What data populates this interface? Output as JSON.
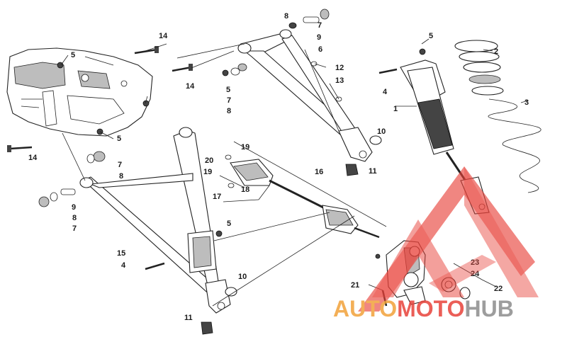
{
  "diagram": {
    "labels": {
      "p1": "1",
      "p2": "2",
      "p3": "3",
      "p4a": "4",
      "p4b": "4",
      "p5a": "5",
      "p5b": "5",
      "p5c": "5",
      "p5d": "5",
      "p5e": "5",
      "p6": "6",
      "p7a": "7",
      "p7b": "7",
      "p7c": "7",
      "p7d": "7",
      "p8a": "8",
      "p8b": "8",
      "p8c": "8",
      "p8d": "8",
      "p9a": "9",
      "p9b": "9",
      "p10a": "10",
      "p10b": "10",
      "p11a": "11",
      "p11b": "11",
      "p12": "12",
      "p13": "13",
      "p14a": "14",
      "p14b": "14",
      "p14c": "14",
      "p15": "15",
      "p16": "16",
      "p17": "17",
      "p18": "18",
      "p19a": "19",
      "p19b": "19",
      "p20": "20",
      "p21": "21",
      "p22": "22",
      "p23": "23",
      "p24": "24"
    }
  },
  "watermark": {
    "part1": "AUTO",
    "part2": "MOTO",
    "part3": "HUB",
    "colors": {
      "red": "#e8423a",
      "orange": "#f2a23a",
      "gray": "#8c8c8c"
    }
  }
}
